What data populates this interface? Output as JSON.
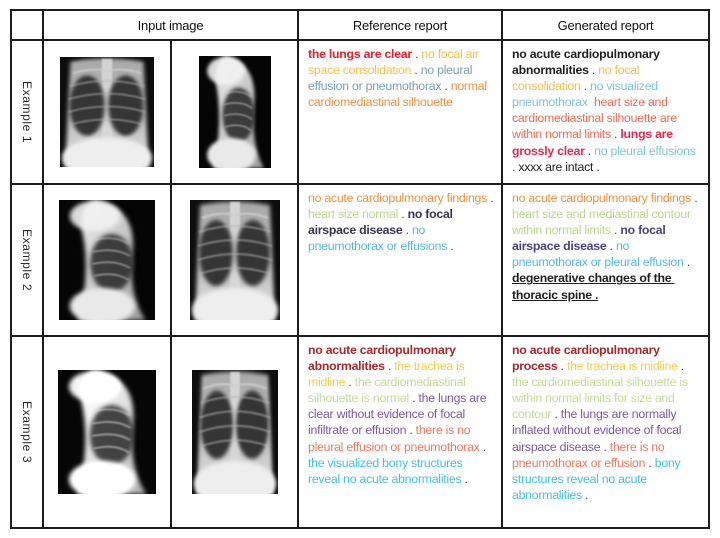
{
  "table": {
    "header": {
      "input_image": "Input image",
      "reference_report": "Reference report",
      "generated_report": "Generated report"
    },
    "rows": [
      {
        "label": "Example 1",
        "images": [
          "frontal-chest-xray",
          "lateral-chest-xray"
        ],
        "reference": {
          "segments": [
            {
              "text": "the lungs are clear",
              "color": "#e8212e",
              "bold": true
            },
            {
              "text": " . ",
              "color": "#4a4a4a"
            },
            {
              "text": "no focal air space consolidation",
              "color": "#fbbf4a"
            },
            {
              "text": " . ",
              "color": "#4a4a4a"
            },
            {
              "text": "no pleural effusion or pneumothorax",
              "color": "#7d9cba"
            },
            {
              "text": " . ",
              "color": "#4a4a4a"
            },
            {
              "text": "normal cardiomediastinal silhouette",
              "color": "#f29140"
            }
          ]
        },
        "generated": {
          "segments": [
            {
              "text": "no acute cardiopulmonary abnormalities",
              "color": "#231f20",
              "bold": true
            },
            {
              "text": " . ",
              "color": "#4a4a4a"
            },
            {
              "text": "no focal consolidation",
              "color": "#fbbf4a"
            },
            {
              "text": " . ",
              "color": "#4a4a4a"
            },
            {
              "text": "no visualized pneumothorax",
              "color": "#7ec3e2"
            },
            {
              "text": "  ",
              "color": "#4a4a4a"
            },
            {
              "text": "heart size and cardiomediastinal silhouette are within normal limits",
              "color": "#ef6b54"
            },
            {
              "text": " . ",
              "color": "#4a4a4a"
            },
            {
              "text": "lungs are grossly clear",
              "color": "#e52a50",
              "bold": true
            },
            {
              "text": " . ",
              "color": "#4a4a4a"
            },
            {
              "text": "no pleural effusions",
              "color": "#7ec3e2"
            },
            {
              "text": " . ",
              "color": "#4a4a4a"
            },
            {
              "text": "xxxx are intact",
              "color": "#231f20"
            },
            {
              "text": " .",
              "color": "#231f20"
            }
          ]
        }
      },
      {
        "label": "Example 2",
        "images": [
          "lateral-chest-xray",
          "frontal-chest-xray"
        ],
        "reference": {
          "segments": [
            {
              "text": "no acute cardiopulmonary findings",
              "color": "#f29140"
            },
            {
              "text": " . ",
              "color": "#4a4a4a"
            },
            {
              "text": "heart size normal",
              "color": "#b9d98b"
            },
            {
              "text": " . ",
              "color": "#4a4a4a"
            },
            {
              "text": "no focal airspace disease",
              "color": "#39334e",
              "bold": true
            },
            {
              "text": " . ",
              "color": "#4a4a4a"
            },
            {
              "text": "no pneumothorax or effusions",
              "color": "#55b9e6"
            },
            {
              "text": " .",
              "color": "#4a4a4a"
            }
          ]
        },
        "generated": {
          "segments": [
            {
              "text": "no acute cardiopulmonary findings",
              "color": "#f29140"
            },
            {
              "text": " . ",
              "color": "#4a4a4a"
            },
            {
              "text": "heart size and mediastinal contour within normal limits",
              "color": "#b9d98b"
            },
            {
              "text": " . ",
              "color": "#4a4a4a"
            },
            {
              "text": "no focal airspace disease",
              "color": "#4c4180",
              "bold": true
            },
            {
              "text": " . ",
              "color": "#4a4a4a"
            },
            {
              "text": "no pneumothorax or pleural effusion",
              "color": "#55b9e6"
            },
            {
              "text": " . ",
              "color": "#4a4a4a"
            },
            {
              "text": "degenerative changes of the thoracic spine .",
              "color": "#231f20",
              "bold": true,
              "underline": true
            }
          ]
        }
      },
      {
        "label": "Example 3",
        "images": [
          "lateral-chest-xray",
          "frontal-chest-xray"
        ],
        "reference": {
          "segments": [
            {
              "text": "no acute cardiopulmonary abnormalities",
              "color": "#a7282c",
              "bold": true
            },
            {
              "text": " . ",
              "color": "#4a4a4a"
            },
            {
              "text": "the trachea is midline",
              "color": "#f6cb4e"
            },
            {
              "text": " . ",
              "color": "#4a4a4a"
            },
            {
              "text": "the cardiomediastinal silhouette is normal",
              "color": "#c3dc96"
            },
            {
              "text": " . ",
              "color": "#4a4a4a"
            },
            {
              "text": "the lungs are clear without evidence of focal infiltrate or effusion",
              "color": "#7a58a5"
            },
            {
              "text": " . ",
              "color": "#4a4a4a"
            },
            {
              "text": "there is no pleural effusion or pneumothorax",
              "color": "#f2775f"
            },
            {
              "text": " . ",
              "color": "#4a4a4a"
            },
            {
              "text": "the visualized bony structures reveal no acute abnormalities",
              "color": "#43c1e5"
            },
            {
              "text": " .",
              "color": "#4a4a4a"
            }
          ]
        },
        "generated": {
          "segments": [
            {
              "text": "no acute cardiopulmonary process",
              "color": "#a7282c",
              "bold": true
            },
            {
              "text": " . ",
              "color": "#4a4a4a"
            },
            {
              "text": "the trachea is midline",
              "color": "#f6cb4e"
            },
            {
              "text": " . ",
              "color": "#4a4a4a"
            },
            {
              "text": "the cardiomediastinal silhouette is within normal limits for size and contour",
              "color": "#c3dc96"
            },
            {
              "text": " . ",
              "color": "#4a4a4a"
            },
            {
              "text": "the lungs are normally inflated without evidence of focal airspace disease",
              "color": "#7a58a5"
            },
            {
              "text": " . ",
              "color": "#4a4a4a"
            },
            {
              "text": "there is no pneumothorax or effusion",
              "color": "#f2775f"
            },
            {
              "text": " . ",
              "color": "#4a4a4a"
            },
            {
              "text": "bony structures reveal no acute abnormalities",
              "color": "#43c1e5"
            },
            {
              "text": " .",
              "color": "#4a4a4a"
            }
          ]
        }
      }
    ]
  }
}
